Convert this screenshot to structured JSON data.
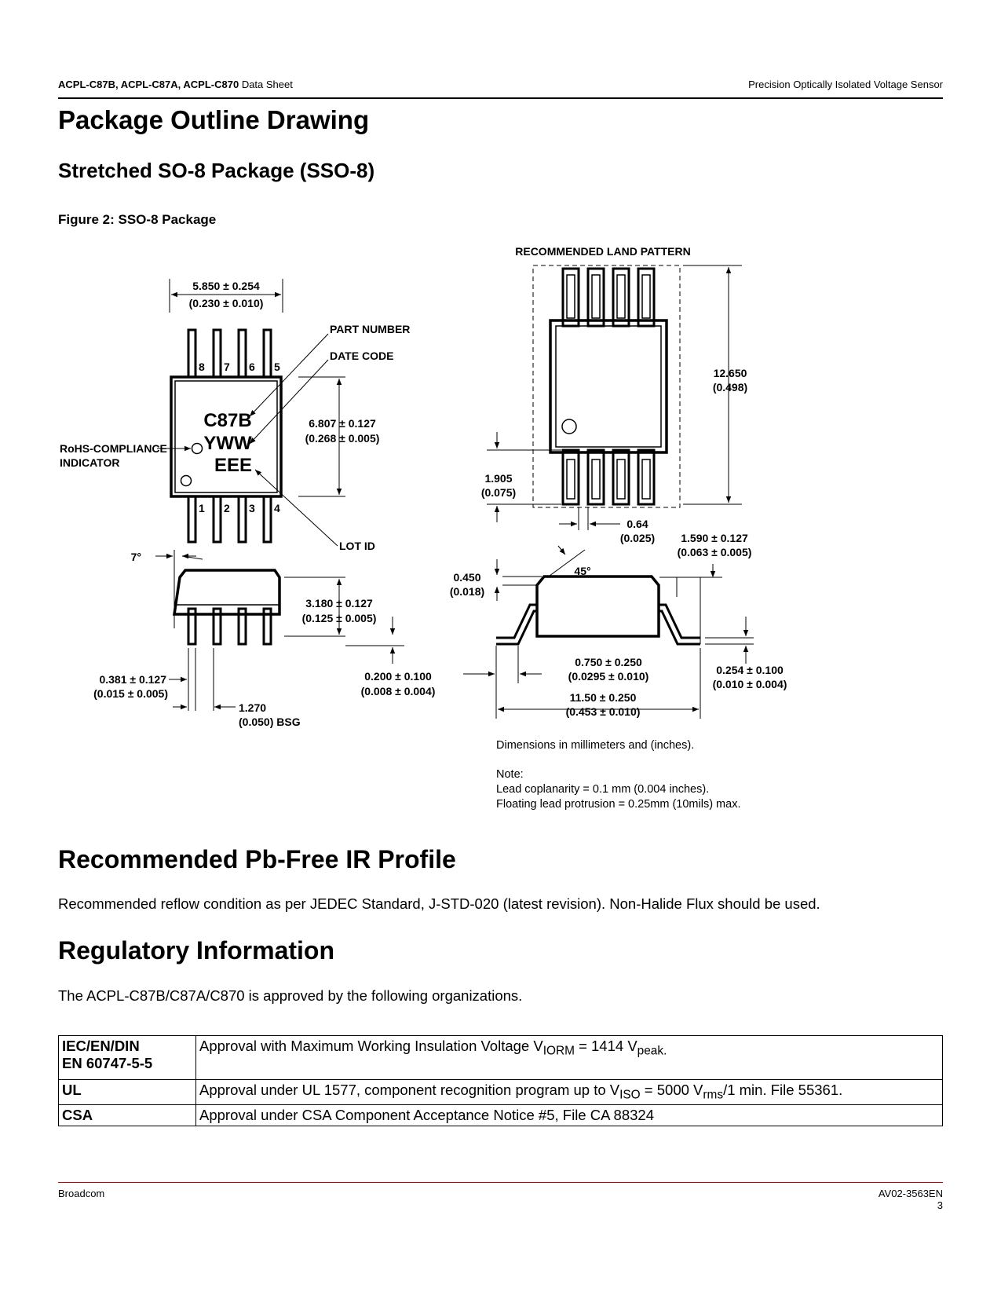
{
  "header": {
    "parts": "ACPL-C87B, ACPL-C87A, ACPL-C870",
    "doc_type": "Data Sheet",
    "right": "Precision Optically Isolated Voltage Sensor"
  },
  "section1": {
    "title": "Package Outline Drawing",
    "subtitle": "Stretched SO-8 Package (SSO-8)",
    "figure_caption": "Figure 2:  SSO-8 Package"
  },
  "drawing": {
    "land_pattern_label": "RECOMMENDED LAND PATTERN",
    "part_number_label": "PART NUMBER",
    "date_code_label": "DATE CODE",
    "lot_id_label": "LOT ID",
    "rohs_line1": "RoHS-COMPLIANCE",
    "rohs_line2": "INDICATOR",
    "marking": {
      "line1": "C87B",
      "line2": "YWW",
      "line3": "EEE"
    },
    "pins_top": [
      "8",
      "7",
      "6",
      "5"
    ],
    "pins_bottom": [
      "1",
      "2",
      "3",
      "4"
    ],
    "dims": {
      "width_mm": "5.850 ± 0.254",
      "width_in": "(0.230 ± 0.010)",
      "body_len_mm": "6.807 ± 0.127",
      "body_len_in": "(0.268 ± 0.005)",
      "angle7": "7°",
      "height_mm": "3.180 ± 0.127",
      "height_in": "(0.125 ± 0.005)",
      "lead_w_mm": "0.381 ± 0.127",
      "lead_w_in": "(0.015 ± 0.005)",
      "standoff_mm": "0.200 ± 0.100",
      "standoff_in": "(0.008 ± 0.004)",
      "pitch_mm": "1.270",
      "pitch_in": "(0.050) BSG",
      "land_total_mm": "12.650",
      "land_total_in": "(0.498)",
      "pad_len_mm": "1.905",
      "pad_len_in": "(0.075)",
      "pad_w_mm": "0.64",
      "pad_w_in": "(0.025)",
      "foot_mm": "1.590 ± 0.127",
      "foot_in": "(0.063 ± 0.005)",
      "chamfer_mm": "0.450",
      "chamfer_in": "(0.018)",
      "angle45": "45°",
      "lead_len_mm": "0.750 ± 0.250",
      "lead_len_in": "(0.0295 ± 0.010)",
      "thick_mm": "0.254 ± 0.100",
      "thick_in": "(0.010 ± 0.004)",
      "overall_mm": "11.50 ± 0.250",
      "overall_in": "(0.453 ± 0.010)"
    },
    "notes": {
      "units": "Dimensions in millimeters and (inches).",
      "note_label": "Note:",
      "coplanarity": "Lead coplanarity = 0.1 mm (0.004 inches).",
      "protrusion": "Floating lead protrusion = 0.25mm (10mils) max."
    }
  },
  "section2": {
    "title": "Recommended Pb-Free IR Profile",
    "text": "Recommended reflow condition as per JEDEC Standard, J-STD-020 (latest revision). Non-Halide Flux should be used."
  },
  "section3": {
    "title": "Regulatory Information",
    "intro": "The ACPL-C87B/C87A/C870 is approved by the following organizations.",
    "rows": [
      {
        "org_line1": "IEC/EN/DIN",
        "org_line2": "EN 60747-5-5",
        "text_a": "Approval with Maximum Working Insulation Voltage V",
        "sub_a": "IORM",
        "text_b": " = 1414 V",
        "sub_b": "peak."
      },
      {
        "org": "UL",
        "text_a": "Approval under UL 1577, component recognition program up to V",
        "sub_a": "ISO",
        "text_b": " = 5000 V",
        "sub_b": "rms",
        "text_c": "/1 min. File 55361."
      },
      {
        "org": "CSA",
        "text": "Approval under CSA Component Acceptance Notice #5, File CA 88324"
      }
    ]
  },
  "footer": {
    "left": "Broadcom",
    "doc_id": "AV02-3563EN",
    "page": "3"
  },
  "colors": {
    "footer_rule": "#cc0000"
  }
}
